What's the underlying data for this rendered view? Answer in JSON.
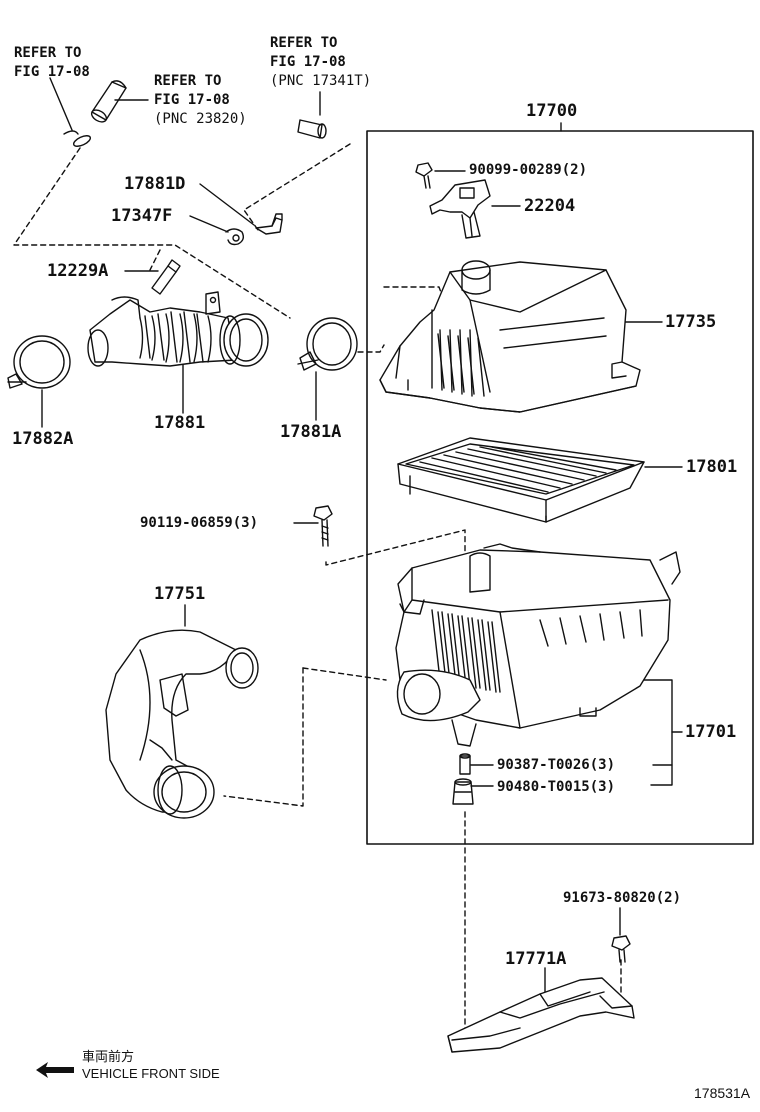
{
  "refs": {
    "ref1": {
      "line1": "REFER TO",
      "line2": "FIG 17-08"
    },
    "ref2": {
      "line1": "REFER TO",
      "line2": "FIG 17-08",
      "line3": "(PNC 23820)"
    },
    "ref3": {
      "line1": "REFER TO",
      "line2": "FIG 17-08",
      "line3": "(PNC 17341T)"
    }
  },
  "parts": {
    "p17700": "17700",
    "p90099": "90099-00289(2)",
    "p22204": "22204",
    "p17881D": "17881D",
    "p17347F": "17347F",
    "p12229A": "12229A",
    "p17735": "17735",
    "p17882A": "17882A",
    "p17881": "17881",
    "p17881A": "17881A",
    "p17801": "17801",
    "p90119": "90119-06859(3)",
    "p17751": "17751",
    "p17701": "17701",
    "p90387": "90387-T0026(3)",
    "p90480": "90480-T0015(3)",
    "p91673": "91673-80820(2)",
    "p17771A": "17771A"
  },
  "legend": {
    "jp": "車両前方",
    "en": "VEHICLE FRONT SIDE",
    "arrow_icon": "arrow-left-icon"
  },
  "diagram_code": "178531A"
}
